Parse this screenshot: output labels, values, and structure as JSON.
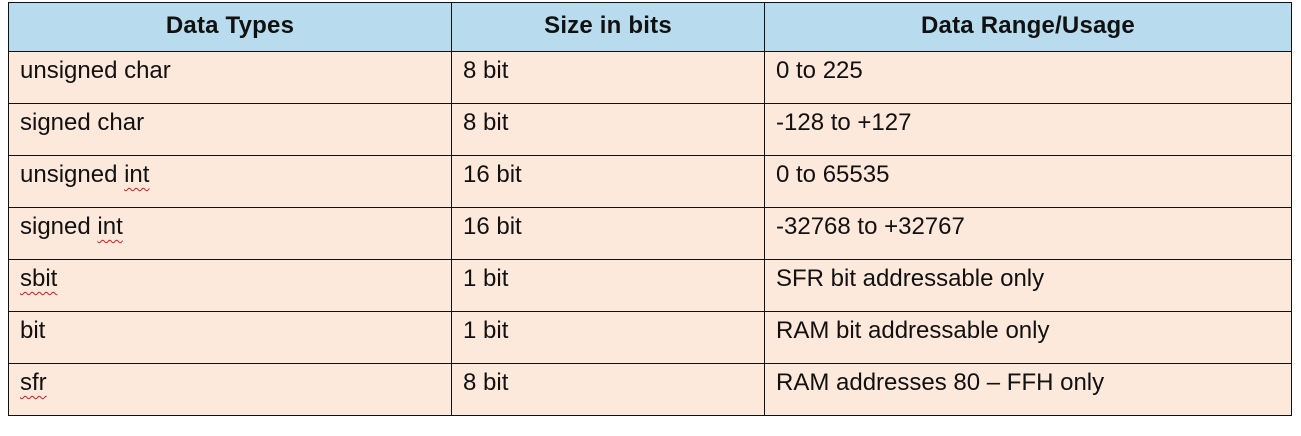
{
  "table": {
    "headers": [
      "Data Types",
      "Size in bits",
      "Data Range/Usage"
    ],
    "rows": [
      {
        "type_prefix": "unsigned char",
        "type_word": "",
        "size": "8 bit",
        "range": "0 to 225"
      },
      {
        "type_prefix": "signed char",
        "type_word": "",
        "size": "8 bit",
        "range": "-128 to +127"
      },
      {
        "type_prefix": "unsigned ",
        "type_word": "int",
        "size": "16 bit",
        "range": "0 to 65535"
      },
      {
        "type_prefix": "signed ",
        "type_word": "int",
        "size": "16 bit",
        "range": "-32768 to +32767"
      },
      {
        "type_prefix": "",
        "type_word": "sbit",
        "size": "1 bit",
        "range": "SFR bit addressable  only"
      },
      {
        "type_prefix": "bit",
        "type_word": "",
        "size": "1 bit",
        "range": "RAM bit addressable  only"
      },
      {
        "type_prefix": "",
        "type_word": "sfr",
        "size": "8 bit",
        "range": "RAM addresses 80 – FFH only"
      }
    ]
  },
  "colors": {
    "header_background": "#b8dced",
    "row_background": "#fde8dc",
    "border": "#111111",
    "spellcheck_underline": "#d21919"
  }
}
